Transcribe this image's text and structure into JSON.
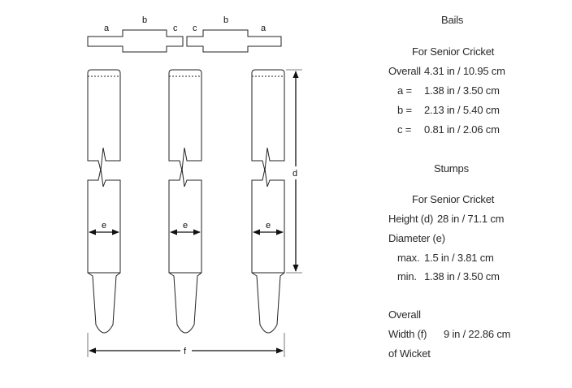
{
  "diagram": {
    "bail_labels": {
      "a": "a",
      "b": "b",
      "c": "c"
    },
    "stump_label_e": "e",
    "height_label_d": "d",
    "width_label_f": "f"
  },
  "specs": {
    "bails_title": "Bails",
    "bails_subtitle": "For Senior Cricket",
    "bails_overall_label": "Overall",
    "bails_overall_value": "4.31 in / 10.95 cm",
    "bails_a_label": "a =",
    "bails_a_value": "1.38 in / 3.50 cm",
    "bails_b_label": "b =",
    "bails_b_value": "2.13 in / 5.40 cm",
    "bails_c_label": "c =",
    "bails_c_value": "0.81 in / 2.06 cm",
    "stumps_title": "Stumps",
    "stumps_subtitle": "For Senior Cricket",
    "stumps_height_label": "Height (d)",
    "stumps_height_value": "28 in / 71.1 cm",
    "stumps_diameter_label": "Diameter (e)",
    "stumps_max_label": "max.",
    "stumps_max_value": "1.5 in / 3.81 cm",
    "stumps_min_label": "min.",
    "stumps_min_value": "1.38 in / 3.50 cm",
    "wicket_overall_label": "Overall",
    "wicket_width_label": "Width (f)",
    "wicket_width_value": "9 in / 22.86 cm",
    "wicket_of_label": "of Wicket"
  }
}
